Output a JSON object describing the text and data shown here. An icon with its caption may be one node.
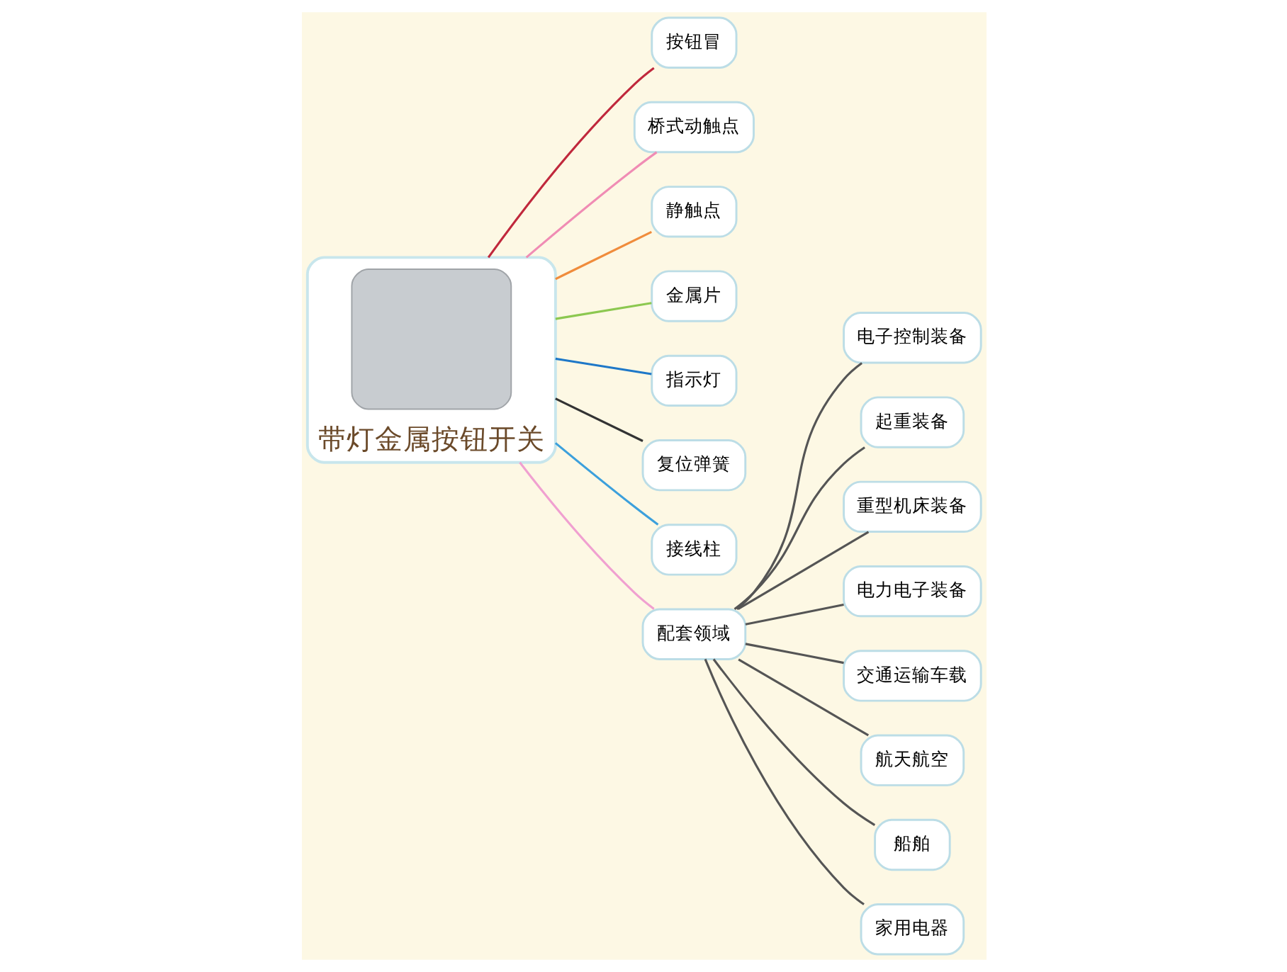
{
  "diagram": {
    "nodes": [
      {
        "text": [
          "带灯金属按钮开关"
        ]
      },
      {
        "text": [],
        "shape": "box",
        "in": 0
      },
      {
        "text": [
          "按钮冒"
        ]
      },
      {
        "text": [
          "桥式动触点"
        ]
      },
      {
        "text": [
          "静触点"
        ]
      },
      {
        "text": [
          "金属片"
        ]
      },
      {
        "text": [
          "指示灯"
        ]
      },
      {
        "text": [
          "复位弹簧"
        ]
      },
      {
        "text": [
          "接线柱"
        ]
      },
      {
        "text": [
          "配套领域"
        ]
      },
      {
        "text": [
          "电子控制装备"
        ]
      },
      {
        "text": [
          "起重装备"
        ]
      },
      {
        "text": [
          "重型机床装备"
        ]
      },
      {
        "text": [
          "电力电子装备"
        ]
      },
      {
        "text": [
          "交通运输车载"
        ]
      },
      {
        "text": [
          "航天航空"
        ]
      },
      {
        "text": [
          "船舶"
        ]
      },
      {
        "text": [
          "家用电器"
        ]
      }
    ],
    "edges": [
      {
        "from": 0,
        "to": 2,
        "arrow": "none",
        "color": "#c0283c"
      },
      {
        "from": 0,
        "to": 3,
        "arrow": "none",
        "color": "#f08cb4"
      },
      {
        "from": 0,
        "to": 4,
        "arrow": "none",
        "color": "#f08c3c"
      },
      {
        "from": 0,
        "to": 5,
        "arrow": "none",
        "color": "#8cc850"
      },
      {
        "from": 0,
        "to": 6,
        "arrow": "none",
        "color": "#1e78c8"
      },
      {
        "from": 0,
        "to": 7,
        "arrow": "none",
        "color": "#333333"
      },
      {
        "from": 0,
        "to": 8,
        "arrow": "none",
        "color": "#3ca0dc"
      },
      {
        "from": 0,
        "to": 9,
        "arrow": "none",
        "color": "#f0a0d0"
      },
      {
        "from": 9,
        "to": 10,
        "arrow": "none",
        "color": "#555555"
      },
      {
        "from": 9,
        "to": 11,
        "arrow": "none",
        "color": "#555555"
      },
      {
        "from": 9,
        "to": 12,
        "arrow": "none",
        "color": "#555555"
      },
      {
        "from": 9,
        "to": 13,
        "arrow": "none",
        "color": "#555555"
      },
      {
        "from": 9,
        "to": 14,
        "arrow": "none",
        "color": "#555555"
      },
      {
        "from": 9,
        "to": 15,
        "arrow": "none",
        "color": "#555555"
      },
      {
        "from": 9,
        "to": 16,
        "arrow": "none",
        "color": "#555555"
      },
      {
        "from": 9,
        "to": 17,
        "arrow": "none",
        "color": "#555555"
      }
    ]
  }
}
